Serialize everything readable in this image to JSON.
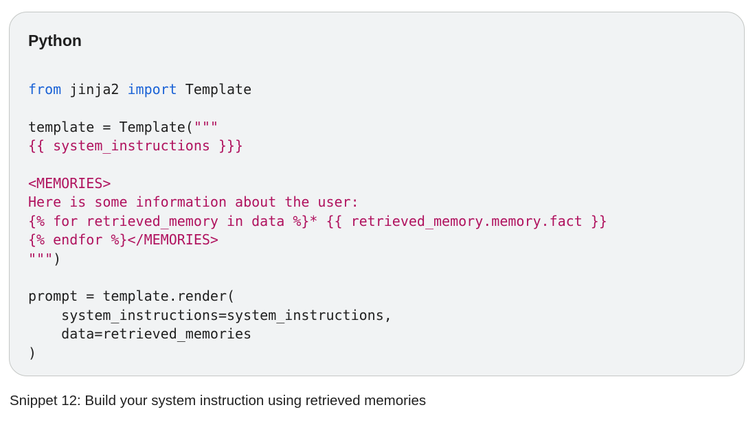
{
  "code_block": {
    "language": "Python",
    "lines": [
      [
        {
          "t": "kw",
          "v": "from"
        },
        {
          "t": "plain",
          "v": " jinja2 "
        },
        {
          "t": "kw",
          "v": "import"
        },
        {
          "t": "plain",
          "v": " Template"
        }
      ],
      [],
      [
        {
          "t": "plain",
          "v": "template = Template("
        },
        {
          "t": "str",
          "v": "\"\"\""
        }
      ],
      [
        {
          "t": "str",
          "v": "{{ system_instructions }}}"
        }
      ],
      [],
      [
        {
          "t": "str",
          "v": "<MEMORIES>"
        }
      ],
      [
        {
          "t": "str",
          "v": "Here is some information about the user:"
        }
      ],
      [
        {
          "t": "str",
          "v": "{% for retrieved_memory in data %}* {{ retrieved_memory.memory.fact }}"
        }
      ],
      [
        {
          "t": "str",
          "v": "{% endfor %}</MEMORIES>"
        }
      ],
      [
        {
          "t": "str",
          "v": "\"\"\""
        },
        {
          "t": "plain",
          "v": ")"
        }
      ],
      [],
      [
        {
          "t": "plain",
          "v": "prompt = template.render("
        }
      ],
      [
        {
          "t": "plain",
          "v": "    system_instructions=system_instructions,"
        }
      ],
      [
        {
          "t": "plain",
          "v": "    data=retrieved_memories"
        }
      ],
      [
        {
          "t": "plain",
          "v": ")"
        }
      ]
    ]
  },
  "caption": "Snippet 12: Build your system instruction using retrieved memories",
  "colors": {
    "keyword": "#1a62d6",
    "string": "#b0125e",
    "text": "#1f1f1f",
    "card_background": "#f1f3f4"
  }
}
